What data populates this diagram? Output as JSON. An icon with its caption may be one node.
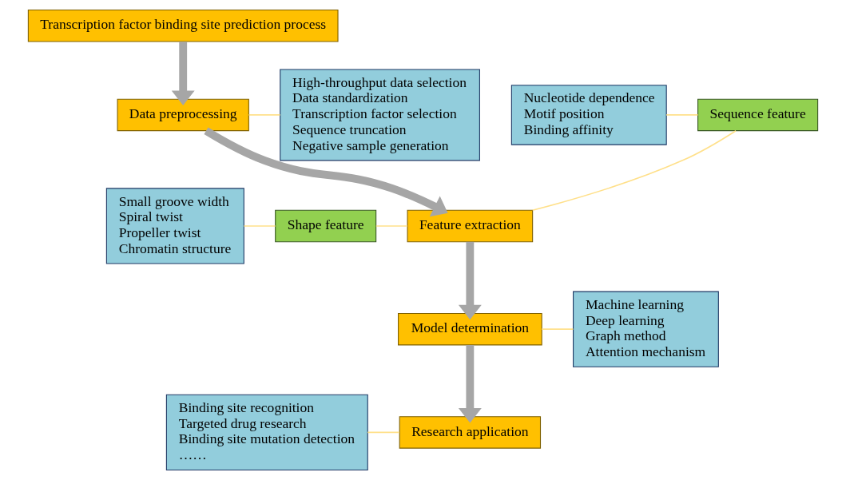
{
  "diagram": {
    "nodes": [
      {
        "text": [
          "Transcription factor binding site prediction process"
        ]
      },
      {
        "text": [
          "Data preprocessing"
        ]
      },
      {
        "text": [
          "High-throughput data selection",
          "Data standardization",
          "Transcription factor selection",
          "Sequence truncation",
          "Negative sample generation"
        ]
      },
      {
        "text": [
          "Feature extraction"
        ]
      },
      {
        "text": [
          "Sequence feature"
        ]
      },
      {
        "text": [
          "Shape feature"
        ]
      },
      {
        "text": [
          "Nucleotide dependence",
          "Motif position",
          "Binding affinity"
        ]
      },
      {
        "text": [
          "Small groove width",
          "Spiral twist",
          "Propeller twist",
          "Chromatin structure"
        ]
      },
      {
        "text": [
          "Model determination"
        ]
      },
      {
        "text": [
          "Machine learning",
          "Deep learning",
          "Graph method",
          "Attention mechanism"
        ]
      },
      {
        "text": [
          "Research application"
        ]
      },
      {
        "text": [
          "Binding site recognition",
          "Targeted drug research",
          "Binding site mutation detection",
          "……"
        ]
      }
    ],
    "edges": [
      {
        "from": 0,
        "to": 1,
        "arrow": "to",
        "style": "thick",
        "color": "#a6a6a6"
      },
      {
        "from": 1,
        "to": 2,
        "arrow": "none"
      },
      {
        "from": 1,
        "to": 3,
        "arrow": "to",
        "style": "thick",
        "color": "#a6a6a6"
      },
      {
        "from": 6,
        "to": 4,
        "arrow": "none"
      },
      {
        "from": 7,
        "to": 5,
        "arrow": "none"
      },
      {
        "from": 4,
        "to": 3,
        "arrow": "none"
      },
      {
        "from": 5,
        "to": 3,
        "arrow": "none"
      },
      {
        "from": 3,
        "to": 8,
        "arrow": "to",
        "style": "thick",
        "color": "#a6a6a6"
      },
      {
        "from": 8,
        "to": 9,
        "arrow": "none"
      },
      {
        "from": 8,
        "to": 10,
        "arrow": "to",
        "style": "thick",
        "color": "#a6a6a6"
      },
      {
        "from": 11,
        "to": 10,
        "arrow": "none"
      }
    ]
  }
}
